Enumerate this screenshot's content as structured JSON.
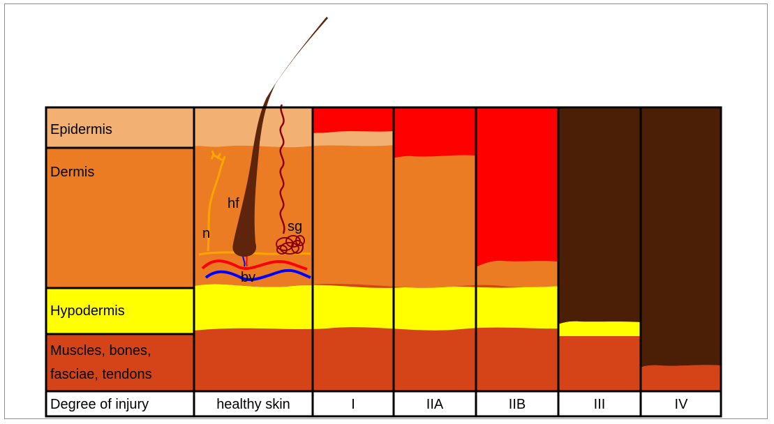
{
  "layers": {
    "epidermis": "Epidermis",
    "dermis": "Dermis",
    "hypodermis": "Hypodermis",
    "muscles_line1": "Muscles, bones,",
    "muscles_line2": "fasciae, tendons"
  },
  "annotations": {
    "hair_follicle": "hf",
    "nerve": "n",
    "sweat_gland": "sg",
    "blood_vessels": "bv"
  },
  "footer": {
    "row_label": "Degree of injury",
    "columns": [
      "healthy skin",
      "I",
      "IIA",
      "IIB",
      "III",
      "IV"
    ]
  },
  "colors": {
    "epidermis": "#F2B172",
    "dermis": "#EC7C24",
    "hypodermis": "#FFFF00",
    "muscle": "#D54419",
    "burn_red": "#FF0000",
    "eschar": "#4A1F06",
    "hair": "#5E250C",
    "sweat_gland": "#8B0000",
    "nerve": "#FFA500",
    "artery": "#FF0000",
    "vein": "#0000FF"
  }
}
